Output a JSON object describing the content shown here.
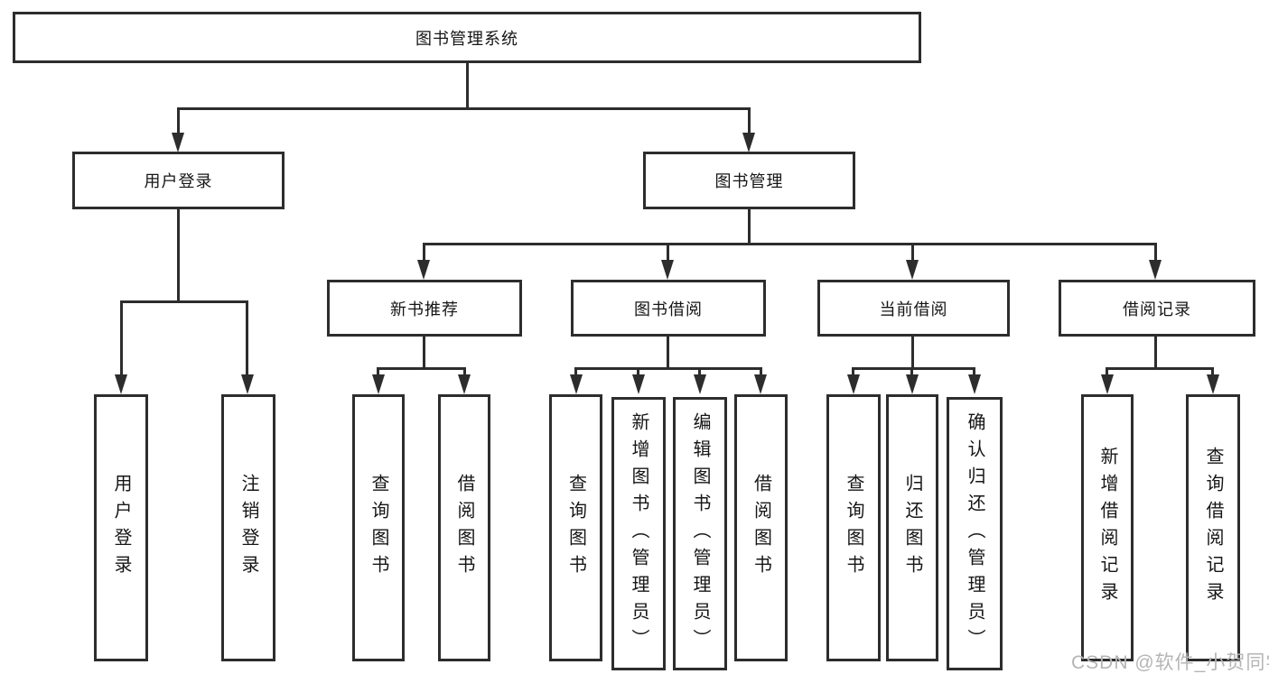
{
  "diagram": {
    "type": "org-tree",
    "colors": {
      "line": "#2d2d2d",
      "text": "#161616",
      "background": "#ffffff",
      "watermark": "#b5b5b5"
    },
    "watermark": "CSDN @软件_小贺同学",
    "tree": {
      "label": "图书管理系统",
      "children": [
        {
          "label": "用户登录",
          "children": [
            {
              "label": "用户登录"
            },
            {
              "label": "注销登录"
            }
          ]
        },
        {
          "label": "图书管理",
          "children": [
            {
              "label": "新书推荐",
              "children": [
                {
                  "label": "查询图书"
                },
                {
                  "label": "借阅图书"
                }
              ]
            },
            {
              "label": "图书借阅",
              "children": [
                {
                  "label": "查询图书"
                },
                {
                  "label": "新增图书（管理员）"
                },
                {
                  "label": "编辑图书（管理员）"
                },
                {
                  "label": "借阅图书"
                }
              ]
            },
            {
              "label": "当前借阅",
              "children": [
                {
                  "label": "查询图书"
                },
                {
                  "label": "归还图书"
                },
                {
                  "label": "确认归还（管理员）"
                }
              ]
            },
            {
              "label": "借阅记录",
              "children": [
                {
                  "label": "新增借阅记录"
                },
                {
                  "label": "查询借阅记录"
                }
              ]
            }
          ]
        }
      ]
    }
  }
}
